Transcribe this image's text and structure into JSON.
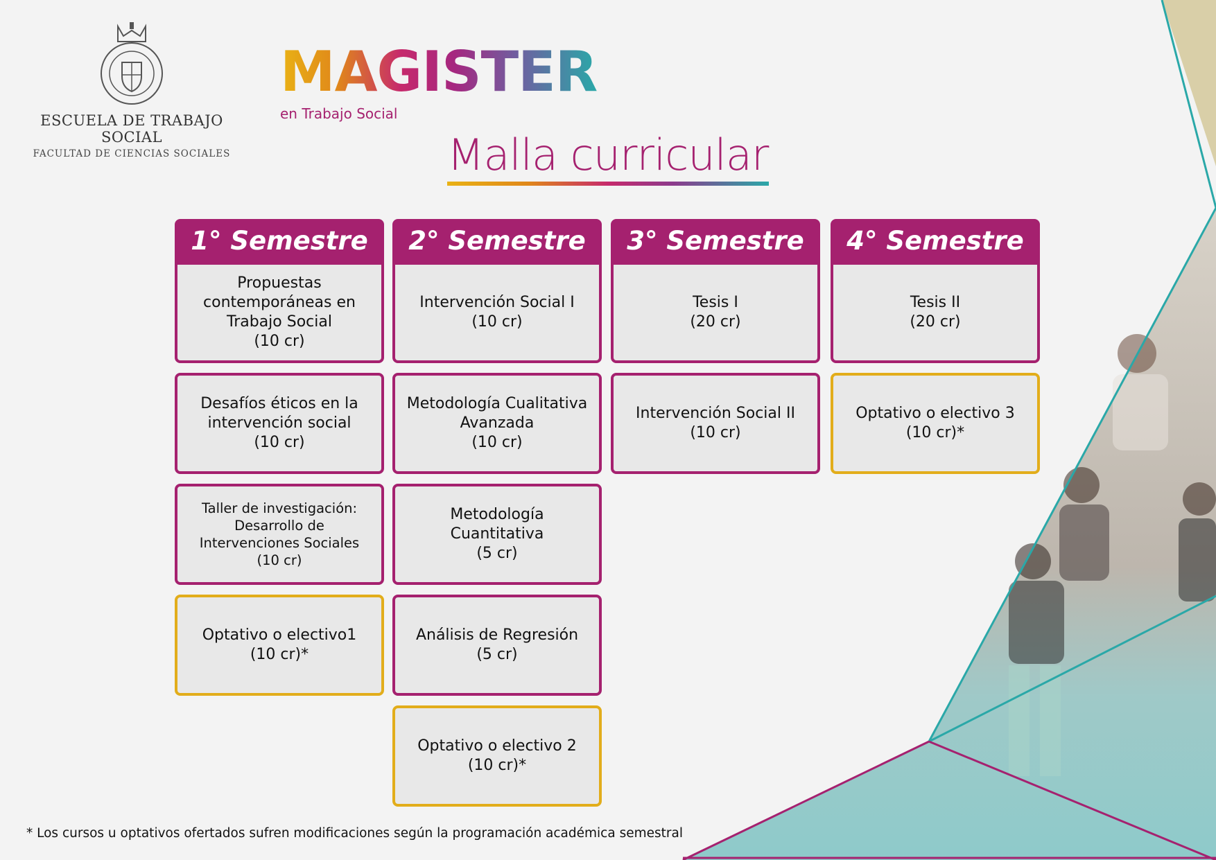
{
  "logo": {
    "school": "ESCUELA DE TRABAJO SOCIAL",
    "faculty": "FACULTAD DE CIENCIAS SOCIALES"
  },
  "brand": {
    "title": "MAGISTER",
    "subtitle": "en Trabajo Social"
  },
  "heading": "Malla curricular",
  "semesters": [
    {
      "title": "1° Semestre",
      "courses": [
        {
          "name": "Propuestas contemporáneas en Trabajo Social",
          "credits": "(10 cr)"
        },
        {
          "name": "Desafíos éticos en la intervención social",
          "credits": "(10 cr)"
        },
        {
          "name": "Taller de investigación: Desarrollo de Intervenciones Sociales",
          "credits": "(10 cr)"
        },
        {
          "name": "Optativo o electivo1",
          "credits": "(10 cr)*"
        }
      ]
    },
    {
      "title": "2° Semestre",
      "courses": [
        {
          "name": "Intervención Social I",
          "credits": "(10 cr)"
        },
        {
          "name": "Metodología Cualitativa Avanzada",
          "credits": "(10 cr)"
        },
        {
          "name": "Metodología Cuantitativa",
          "credits": "(5 cr)"
        },
        {
          "name": "Análisis de Regresión",
          "credits": "(5 cr)"
        },
        {
          "name": "Optativo o electivo 2",
          "credits": "(10 cr)*"
        }
      ]
    },
    {
      "title": "3° Semestre",
      "courses": [
        {
          "name": "Tesis I",
          "credits": "(20 cr)"
        },
        {
          "name": "Intervención Social II",
          "credits": "(10 cr)"
        }
      ]
    },
    {
      "title": "4° Semestre",
      "courses": [
        {
          "name": "Tesis II",
          "credits": "(20 cr)"
        },
        {
          "name": "Optativo o electivo 3",
          "credits": "(10 cr)*"
        }
      ]
    }
  ],
  "footnote": "* Los cursos u optativos ofertados sufren modificaciones según la programación académica semestral",
  "colors": {
    "primary": "#a5216f",
    "elective": "#e2ad1b",
    "teal": "#2aa8a8"
  }
}
